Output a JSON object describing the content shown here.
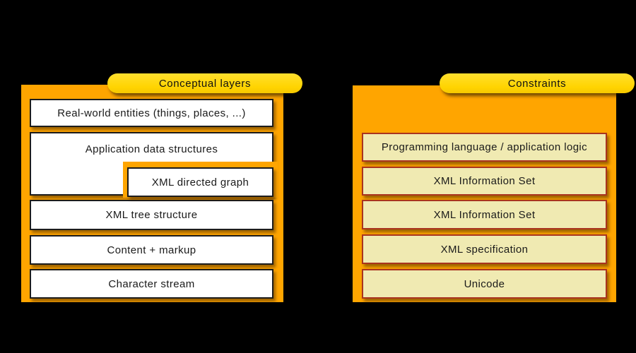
{
  "colors": {
    "background": "#000000",
    "panel_orange": "#FFA500",
    "pill_gold": "#FFD700",
    "layer_box_fill": "#FFFFFF",
    "layer_box_border": "#1C1C1C",
    "constraint_box_fill": "#F0EAB2",
    "constraint_box_border": "#A93420",
    "text": "#1A1A1A"
  },
  "left_panel": {
    "title": "Conceptual layers",
    "layers": [
      "Real-world entities (things, places, ...)",
      "Application data structures",
      "XML directed graph",
      "XML tree structure",
      "Content + markup",
      "Character stream"
    ]
  },
  "right_panel": {
    "title": "Constraints",
    "constraints": [
      "Programming language / application logic",
      "XML Information Set",
      "XML Information Set",
      "XML specification",
      "Unicode"
    ]
  }
}
